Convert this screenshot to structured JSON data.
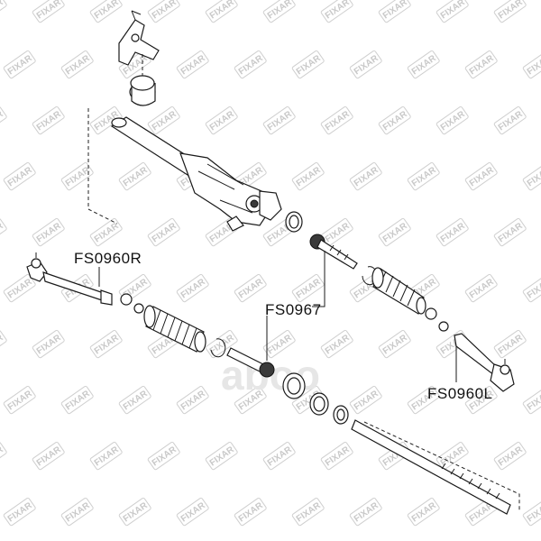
{
  "watermark": {
    "brand": "FIXAR",
    "center_logo": "aboo"
  },
  "callouts": [
    {
      "id": "fs0960r",
      "text": "FS0960R"
    },
    {
      "id": "fs0967",
      "text": "FS0967"
    },
    {
      "id": "fs0960l",
      "text": "FS0960L"
    }
  ]
}
